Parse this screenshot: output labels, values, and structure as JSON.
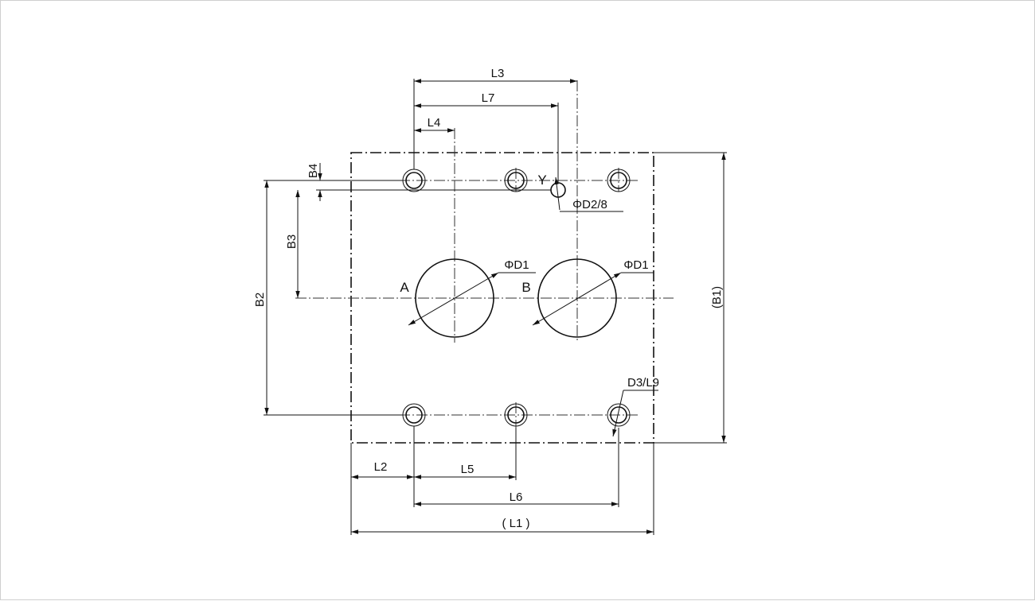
{
  "diagram": {
    "labels": {
      "L1": "( L1 )",
      "L2": "L2",
      "L3": "L3",
      "L4": "L4",
      "L5": "L5",
      "L6": "L6",
      "L7": "L7",
      "B1": "(B1)",
      "B2": "B2",
      "B3": "B3",
      "B4": "B4",
      "D1a": "ΦD1",
      "D1b": "ΦD1",
      "D2": "ΦD2/8",
      "D3": "D3/L9",
      "portA": "A",
      "portB": "B",
      "portY": "Y"
    },
    "colors": {
      "ink": "#111111",
      "frame": "#cfcfcf",
      "background": "#ffffff"
    }
  }
}
